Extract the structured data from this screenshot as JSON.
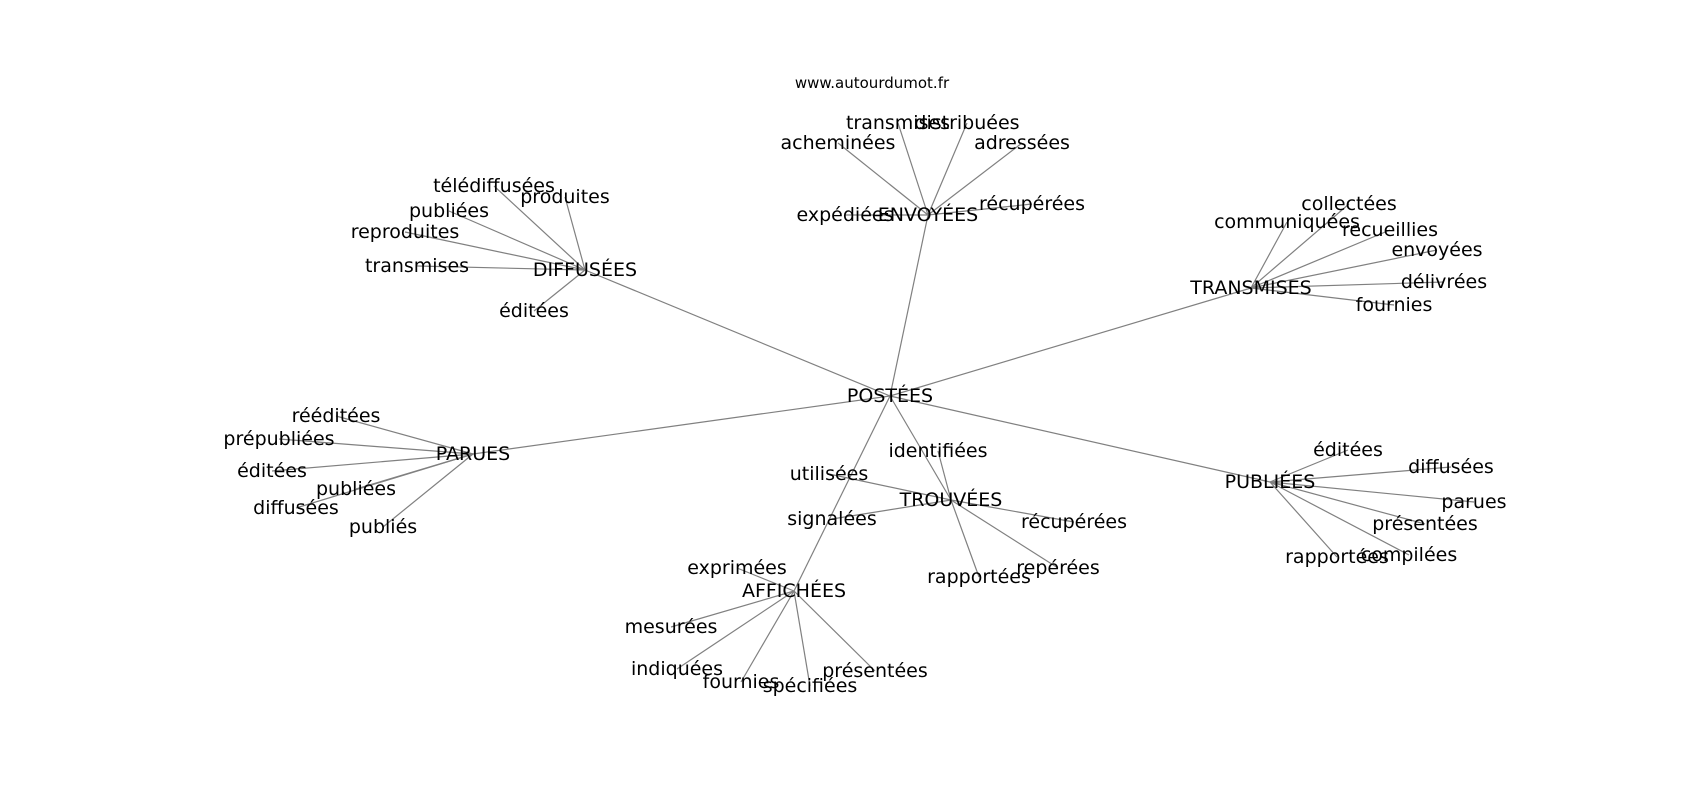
{
  "source": "www.autourdumot.fr",
  "center": "POSTÉES",
  "clusters": [
    {
      "label": "ENVOYÉES",
      "leaves": [
        "transmises",
        "distribuées",
        "acheminées",
        "adressées",
        "expédiées",
        "récupérées"
      ]
    },
    {
      "label": "DIFFUSÉES",
      "leaves": [
        "télédiffusées",
        "produites",
        "publiées",
        "reproduites",
        "transmises",
        "éditées"
      ]
    },
    {
      "label": "TRANSMISES",
      "leaves": [
        "collectées",
        "communiquées",
        "recueillies",
        "envoyées",
        "délivrées",
        "fournies"
      ]
    },
    {
      "label": "PARUES",
      "leaves": [
        "rééditées",
        "prépubliées",
        "éditées",
        "publiées",
        "diffusées",
        "publiés"
      ]
    },
    {
      "label": "PUBLIÉES",
      "leaves": [
        "éditées",
        "diffusées",
        "parues",
        "présentées",
        "rapportées",
        "compilées"
      ]
    },
    {
      "label": "TROUVÉES",
      "leaves": [
        "identifiées",
        "utilisées",
        "signalées",
        "récupérées",
        "repérées",
        "rapportées"
      ]
    },
    {
      "label": "AFFICHÉES",
      "leaves": [
        "exprimées",
        "mesurées",
        "indiquées",
        "fournies",
        "spécifiées",
        "présentées"
      ]
    }
  ]
}
